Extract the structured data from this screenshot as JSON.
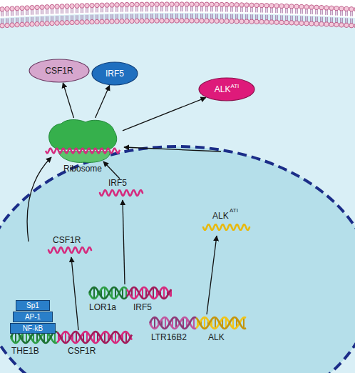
{
  "diagram": {
    "nodes": [
      {
        "text": [
          "CSF1R"
        ]
      },
      {
        "text": [
          "IRF5"
        ]
      },
      {
        "text": [
          "ALK",
          "ATI"
        ]
      },
      {
        "text": [
          "Ribosome"
        ]
      },
      {
        "text": [
          "Sp1"
        ]
      },
      {
        "text": [
          "AP-1"
        ]
      },
      {
        "text": [
          "NF-kB"
        ]
      }
    ],
    "edges": [
      {
        "from": 3,
        "to": 0,
        "arrow": "to"
      },
      {
        "from": 3,
        "to": 1,
        "arrow": "to"
      },
      {
        "from": 3,
        "to": 2,
        "arrow": "to"
      }
    ],
    "labels": [
      "CSF1R",
      "IRF5",
      "ALK",
      "ATI",
      "THE1B",
      "CSF1R",
      "LOR1a",
      "IRF5",
      "LTR16B2",
      "ALK"
    ]
  }
}
